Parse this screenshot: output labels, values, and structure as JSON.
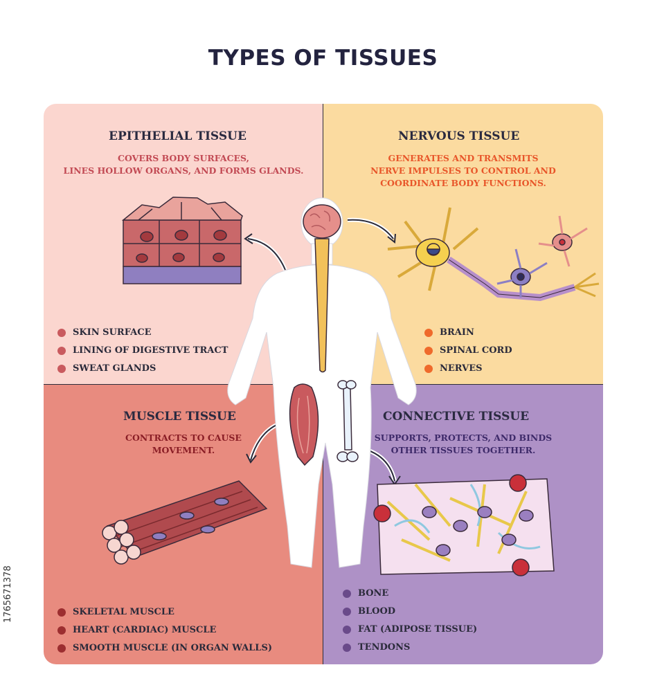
{
  "title": "TYPES OF TISSUES",
  "stock_id": "1765671378",
  "colors": {
    "epithelial_bg": "#fbd6cf",
    "nervous_bg": "#fbdba0",
    "muscle_bg": "#e88b7f",
    "connective_bg": "#ae91c6",
    "epithelial_bullet": "#c95a5e",
    "nervous_bullet": "#ef6a2b",
    "muscle_bullet": "#9c2e30",
    "connective_bullet": "#6a4a8a",
    "title": "#23233f"
  },
  "epithelial": {
    "title": "EPITHELIAL TISSUE",
    "desc_line1": "COVERS BODY SURFACES,",
    "desc_line2": "LINES HOLLOW ORGANS, AND FORMS GLANDS.",
    "items": [
      "SKIN SURFACE",
      "LINING OF DIGESTIVE TRACT",
      "SWEAT GLANDS"
    ]
  },
  "nervous": {
    "title": "NERVOUS TISSUE",
    "desc_line1": "GENERATES AND TRANSMITS",
    "desc_line2": "NERVE IMPULSES TO CONTROL AND",
    "desc_line3": "COORDINATE BODY FUNCTIONS.",
    "items": [
      "BRAIN",
      "SPINAL CORD",
      "NERVES"
    ]
  },
  "muscle": {
    "title": "MUSCLE TISSUE",
    "desc_line1": "CONTRACTS TO CAUSE",
    "desc_line2": "MOVEMENT.",
    "items": [
      "SKELETAL MUSCLE",
      "HEART (CARDIAC) MUSCLE",
      "SMOOTH MUSCLE (IN ORGAN WALLS)"
    ]
  },
  "connective": {
    "title": "CONNECTIVE TISSUE",
    "desc_line1": "SUPPORTS, PROTECTS, AND BINDS",
    "desc_line2": "OTHER TISSUES TOGETHER.",
    "items": [
      "BONE",
      "BLOOD",
      "FAT (ADIPOSE TISSUE)",
      "TENDONS"
    ]
  }
}
